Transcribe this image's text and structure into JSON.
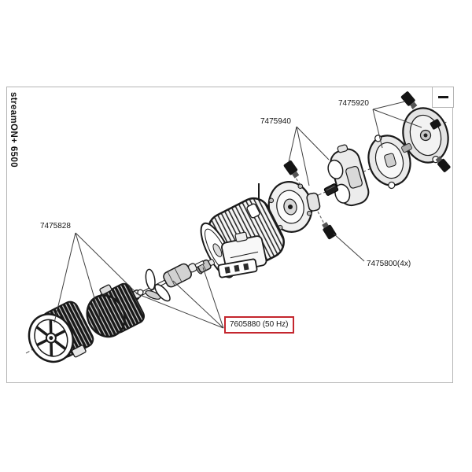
{
  "model_label": "streamON+ 6500",
  "part_numbers": {
    "upper_bracket_set": "7475920",
    "motor_mount_set": "7475940",
    "pump_cover_set": "7475828",
    "screw_set": "7475800(4x)",
    "impeller_set": "7605880 (50 Hz)"
  },
  "highlight": {
    "box_color": "#c4262e"
  },
  "frame": {
    "border_color": "#b4b4b4",
    "corner_icon": "minus-icon"
  }
}
